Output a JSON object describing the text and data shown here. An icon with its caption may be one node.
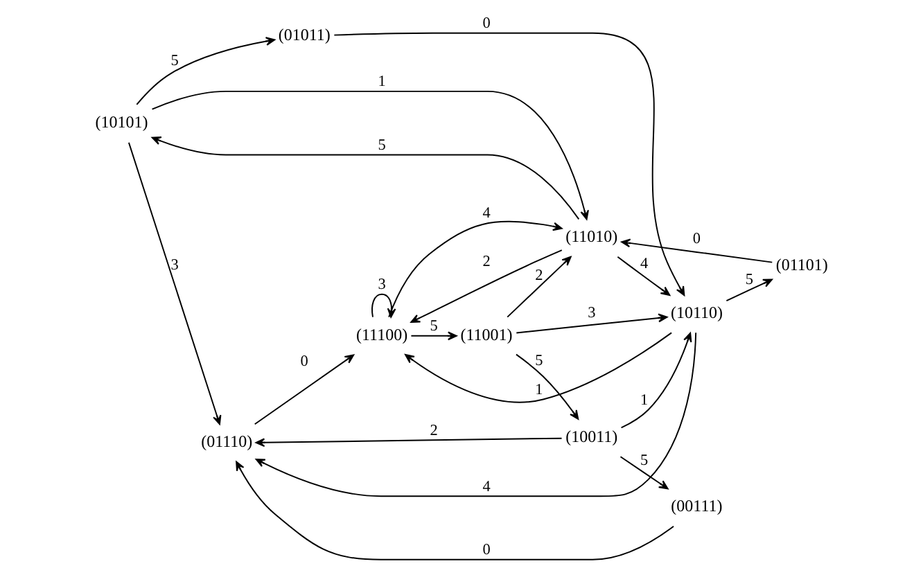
{
  "diagram": {
    "nodes": [
      {
        "text": [
          "(10101)"
        ]
      },
      {
        "text": [
          "(01110)"
        ]
      },
      {
        "text": [
          "(11010)"
        ]
      },
      {
        "text": [
          "(11100)"
        ]
      },
      {
        "text": [
          "(01011)"
        ]
      },
      {
        "text": [
          "(00111)"
        ]
      },
      {
        "text": [
          "(01101)"
        ]
      },
      {
        "text": [
          "(11001)"
        ]
      },
      {
        "text": [
          "(10110)"
        ]
      },
      {
        "text": [
          "(10011)"
        ]
      }
    ],
    "edges": [
      {
        "from": 0,
        "to": 1,
        "arrow": "to",
        "label": "3"
      },
      {
        "from": 5,
        "to": 1,
        "arrow": "to",
        "label": "0"
      },
      {
        "from": 1,
        "to": 3,
        "arrow": "to",
        "label": "0"
      },
      {
        "from": 0,
        "to": 4,
        "arrow": "to",
        "label": "5"
      },
      {
        "from": 2,
        "to": 0,
        "arrow": "to",
        "label": "5"
      },
      {
        "from": 0,
        "to": 2,
        "arrow": "to",
        "label": "1"
      },
      {
        "from": 3,
        "to": 2,
        "arrow": "to",
        "label": "4"
      },
      {
        "from": 2,
        "to": 3,
        "arrow": "to",
        "label": "2"
      },
      {
        "from": 3,
        "to": 3,
        "arrow": "to",
        "label": "3"
      },
      {
        "from": 7,
        "to": 2,
        "arrow": "to",
        "label": "2"
      },
      {
        "from": 3,
        "to": 7,
        "arrow": "to",
        "label": "5"
      },
      {
        "from": 6,
        "to": 2,
        "arrow": "to",
        "label": "0"
      },
      {
        "from": 2,
        "to": 8,
        "arrow": "to",
        "label": "4"
      },
      {
        "from": 8,
        "to": 1,
        "arrow": "to",
        "label": "4"
      },
      {
        "from": 9,
        "to": 1,
        "arrow": "to",
        "label": "2"
      },
      {
        "from": 8,
        "to": 3,
        "arrow": "to",
        "label": "1"
      },
      {
        "from": 4,
        "to": 8,
        "arrow": "to",
        "label": "0"
      },
      {
        "from": 8,
        "to": 6,
        "arrow": "to",
        "label": "5"
      },
      {
        "from": 7,
        "to": 8,
        "arrow": "to",
        "label": "3"
      },
      {
        "from": 7,
        "to": 9,
        "arrow": "to",
        "label": "5"
      },
      {
        "from": 9,
        "to": 8,
        "arrow": "to",
        "label": "1"
      },
      {
        "from": 9,
        "to": 5,
        "arrow": "to",
        "label": "5"
      }
    ]
  }
}
